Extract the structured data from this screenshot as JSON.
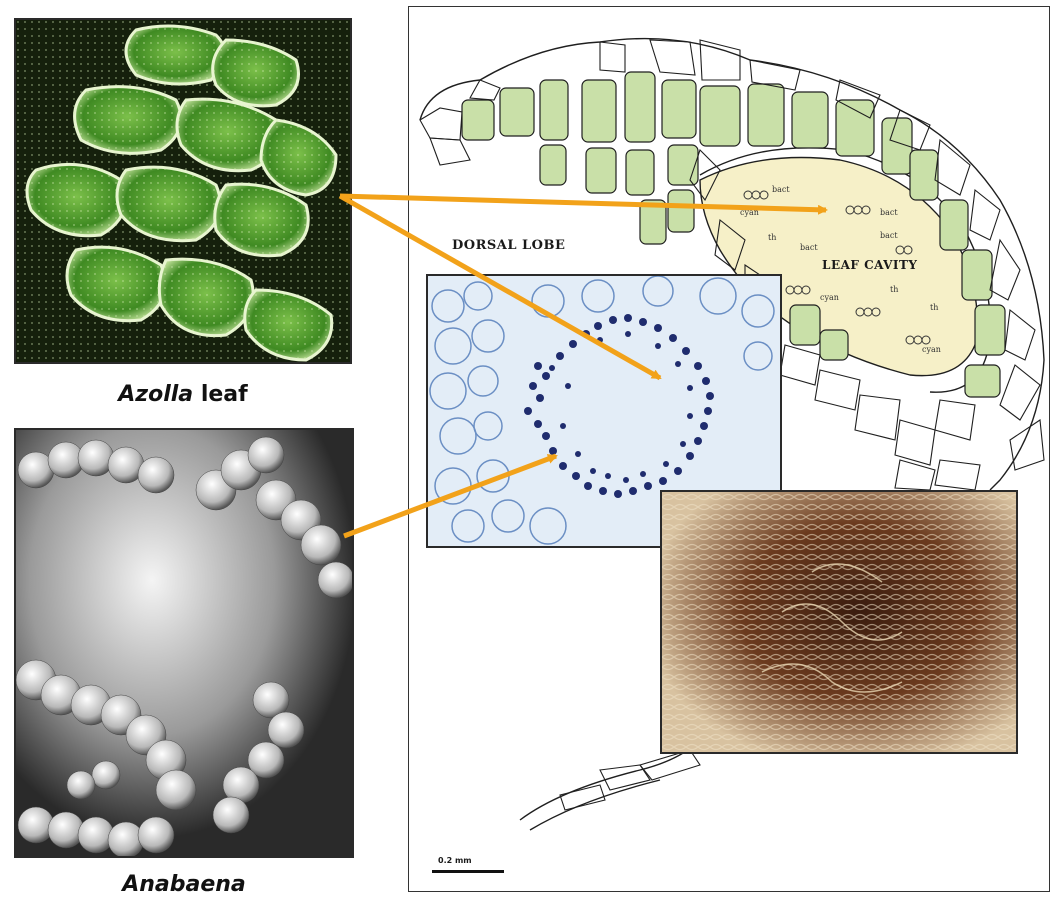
{
  "captions": {
    "azolla": {
      "italic": "Azolla",
      "rest": " leaf"
    },
    "anabaena": "Anabaena"
  },
  "diagram": {
    "dorsal_lobe": "DORSAL LOBE",
    "leaf_cavity": "LEAF CAVITY",
    "scale": "0.2 mm",
    "cavity_marks": [
      "bact",
      "cyan",
      "bact",
      "th",
      "bact",
      "bact",
      "th",
      "cyan",
      "th",
      "cyan"
    ]
  },
  "colors": {
    "arrow": "#f2a21a",
    "cell_fill": "#c9e0a8",
    "cavity_fill": "#f6f0c8",
    "outline": "#1f1f1f"
  }
}
